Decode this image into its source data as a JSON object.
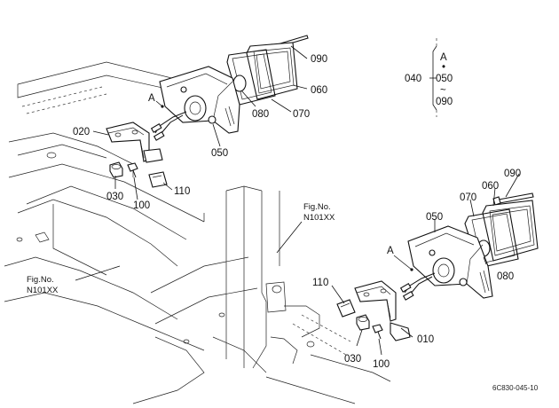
{
  "callouts": {
    "upper": {
      "p090": "090",
      "p060": "060",
      "p070": "070",
      "p080": "080",
      "p050": "050",
      "p020": "020",
      "p030": "030",
      "p100": "100",
      "p110": "110",
      "ref_a": "A"
    },
    "lower": {
      "p090": "090",
      "p060": "060",
      "p070": "070",
      "p050": "050",
      "p080": "080",
      "p110": "110",
      "p010": "010",
      "p030": "030",
      "p100": "100",
      "ref_a": "A"
    }
  },
  "legend": {
    "group_number": "040",
    "letter": "A",
    "dot": "•",
    "from_part": "050",
    "range_mark": "~",
    "to_part": "090"
  },
  "figure_refs": {
    "left_fig": "Fig.No.",
    "left_num": "N101XX",
    "center_fig": "Fig.No.",
    "center_num": "N101XX"
  },
  "drawing_code": "6C830-045-10"
}
